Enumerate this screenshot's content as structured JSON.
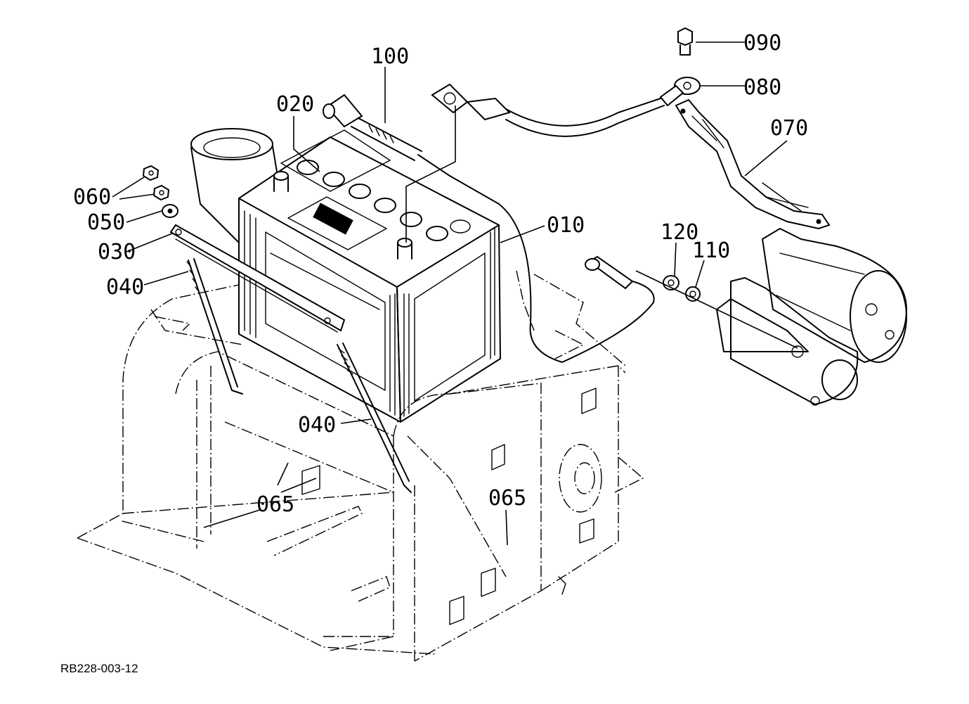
{
  "diagram": {
    "reference_code": "RB228-003-12",
    "callouts": {
      "p100": "100",
      "p020": "020",
      "p010": "010",
      "p060": "060",
      "p050": "050",
      "p030": "030",
      "p040a": "040",
      "p040b": "040",
      "p065a": "065",
      "p065b": "065",
      "p090": "090",
      "p080": "080",
      "p070": "070",
      "p120": "120",
      "p110": "110"
    }
  }
}
